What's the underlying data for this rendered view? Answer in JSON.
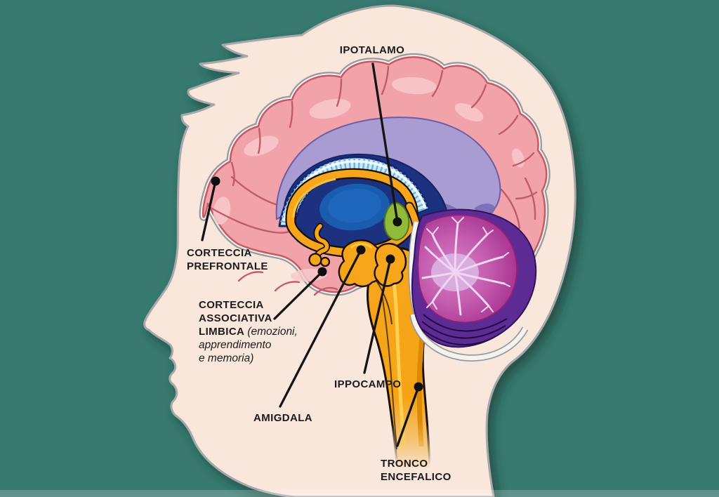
{
  "labels": {
    "ipotalamo": {
      "text": "IPOTALAMO"
    },
    "corteccia_prefrontale": {
      "line1": "CORTECCIA",
      "line2": "PREFRONTALE"
    },
    "corteccia_associativa_limbica": {
      "line1": "CORTECCIA",
      "line2": "ASSOCIATIVA",
      "line3_bold": "LIMBICA",
      "line3_italic": "(emozioni,",
      "line4_italic": "apprendimento",
      "line5_italic": "e memoria)"
    },
    "ippocampo": {
      "text": "IPPOCAMPO"
    },
    "amigdala": {
      "text": "AMIGDALA"
    },
    "tronco_encefalico": {
      "line1": "TRONCO",
      "line2": "ENCEFALICO"
    }
  },
  "colors": {
    "background": "#37796E",
    "skin": "#FAE7DB",
    "head_outline": "#A6A8AB",
    "skull_rim_gray": "#97999D",
    "skull_rim_white": "#F6F2EE",
    "cortex_pink": "#F1A3A9",
    "cortex_outline": "#C25B66",
    "cortex_highlight": "#F8C9CB",
    "limbic_lavender": "#A89CD2",
    "lavender_shade": "#7A6BB4",
    "corpus_callosum_blue": "#CDEAFA",
    "corpus_callosum_stripe": "#6FB3E2",
    "ventricle_navy": "#1D3181",
    "thalamus_blue": "#1A5CAD",
    "fornix_orange": "#F7A61B",
    "orange_dark": "#DC8A00",
    "orange_light": "#FFD04E",
    "hypothalamus_green": "#8FBA3A",
    "cerebellum_purple": "#5C2B94",
    "cerebellum_dark": "#44196F",
    "cerebellum_magenta": "#C45CAE",
    "cerebellum_center": "#D9ACE0",
    "cerebellum_branches": "#F0D6F2",
    "label_text": "#1B1B1B",
    "leader_line": "#141414"
  }
}
